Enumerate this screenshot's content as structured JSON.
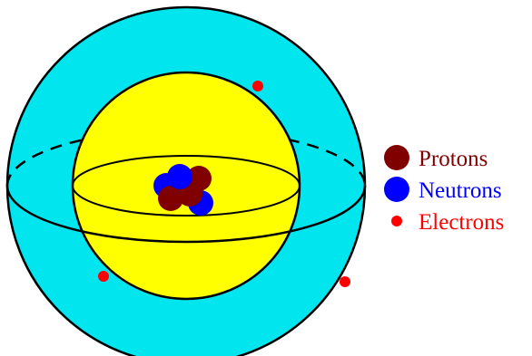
{
  "colors": {
    "outer_shell": "#00e5ee",
    "inner_shell": "#ffff00",
    "outline": "#000000",
    "proton": "#800000",
    "neutron": "#0000ff",
    "electron": "#ff0000"
  },
  "legend": {
    "items": [
      {
        "key": "proton",
        "label": "Protons",
        "color": "#800000"
      },
      {
        "key": "neutron",
        "label": "Neutrons",
        "color": "#0000ff"
      },
      {
        "key": "electron",
        "label": "Electrons",
        "color": "#ff0000"
      }
    ]
  }
}
